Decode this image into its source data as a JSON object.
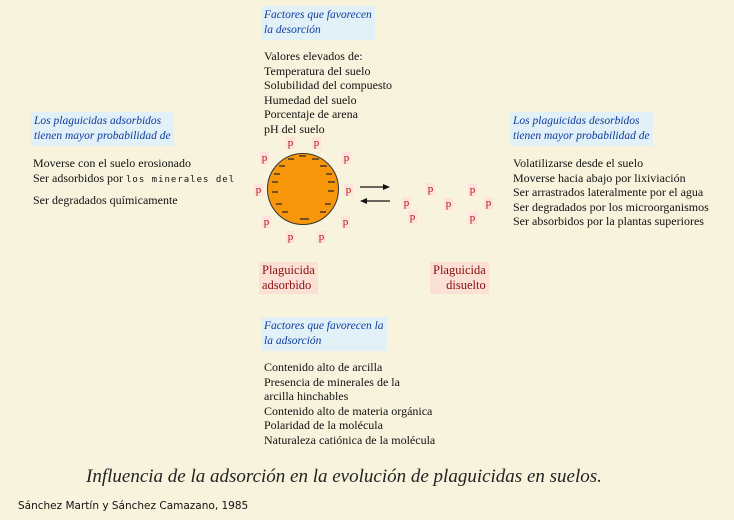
{
  "desorption_factors": {
    "title": [
      "Factores que favorecen",
      "la desorción"
    ],
    "items": [
      "Valores elevados de:",
      "Temperatura del suelo",
      "Solubilidad del compuesto",
      "Humedad del suelo",
      "Porcentaje de arena",
      "pH del suelo"
    ]
  },
  "adsorbed": {
    "title": [
      "Los plaguicidas adsorbidos",
      "tienen mayor probabilidad de"
    ],
    "items": [
      "Moverse con el suelo erosionado",
      "Ser adsorbidos por"
    ],
    "items_small": "los minerales del",
    "item_last": "Ser degradados químicamente"
  },
  "desorbed": {
    "title": [
      "Los plaguicidas desorbidos",
      "tienen mayor probabilidad de"
    ],
    "items": [
      "Volatilizarse desde el suelo",
      "Moverse hacia abajo por lixiviación",
      "Ser arrastrados lateralmente por el agua",
      "Ser degradados por los microorganismos",
      "Ser absorbidos por la plantas superiores"
    ]
  },
  "labels": {
    "adsorbed": [
      "Plaguicida",
      "adsorbido"
    ],
    "dissolved": [
      "Plaguicida",
      "disuelto"
    ]
  },
  "adsorption_factors": {
    "title": [
      "Factores que favorecen la",
      "la adsorción"
    ],
    "items": [
      "Contenido alto de arcilla",
      "Presencia de minerales de la",
      "arcilla hinchables",
      "Contenido alto de materia orgánica",
      "Polaridad de la molécula",
      "Naturaleza catiónica de la molécula"
    ]
  },
  "particle_label": "p",
  "caption": "Influencia de la adsorción en la evolución de plaguicidas en suelos.",
  "credit": "Sánchez Martín y Sánchez Camazano, 1985",
  "colors": {
    "background": "#f8f3dc",
    "particle": "#f7960a",
    "header_text": "#0b3a9c",
    "header_bg": "#e2f1f8",
    "label_bg": "#fbe0d6"
  }
}
